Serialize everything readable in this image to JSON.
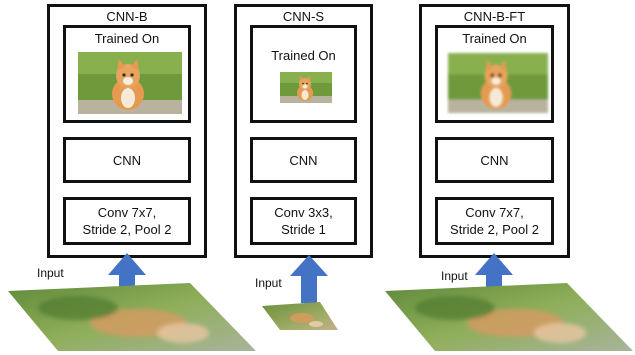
{
  "panels": [
    {
      "title": "CNN-B",
      "trained_label": "Trained On",
      "cnn_label": "CNN",
      "conv_line1": "Conv 7x7,",
      "conv_line2": "Stride 2, Pool 2",
      "input_label": "Input"
    },
    {
      "title": "CNN-S",
      "trained_label": "Trained On",
      "cnn_label": "CNN",
      "conv_line1": "Conv 3x3,",
      "conv_line2": "Stride 1",
      "input_label": "Input"
    },
    {
      "title": "CNN-B-FT",
      "trained_label": "Trained On",
      "cnn_label": "CNN",
      "conv_line1": "Conv 7x7,",
      "conv_line2": "Stride 2, Pool 2",
      "input_label": "Input"
    }
  ],
  "colors": {
    "arrow": "#4472c4",
    "border": "#111111",
    "grass": "#6f9a3c",
    "cat": "#e59a52"
  },
  "icons": {
    "arrow": "up-arrow-icon",
    "image": "kitten-photo"
  }
}
